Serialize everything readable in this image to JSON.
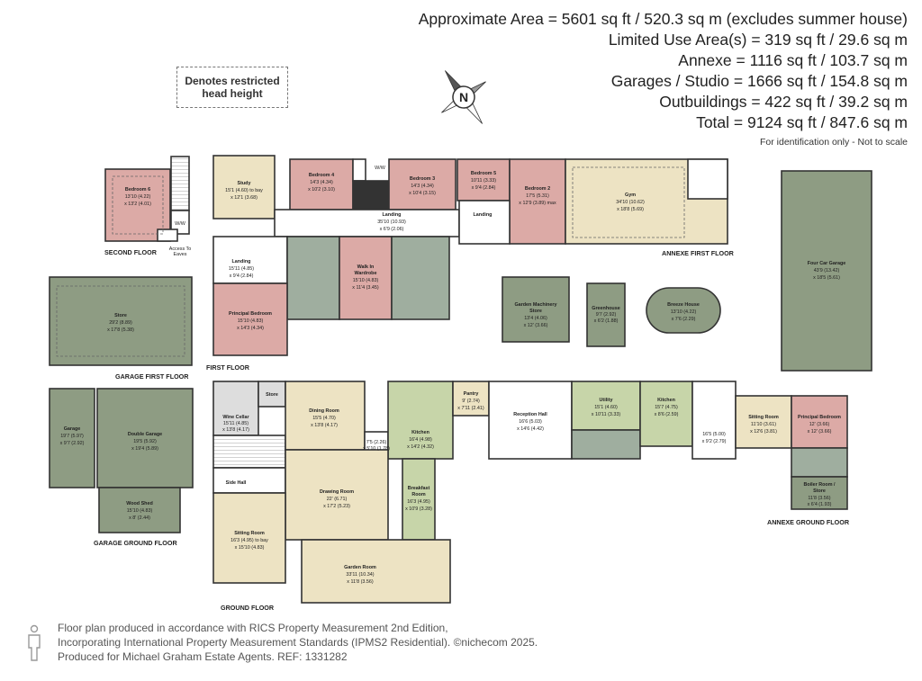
{
  "areas": {
    "lines": [
      "Approximate Area = 5601 sq ft / 520.3 sq m (excludes summer house)",
      "Limited Use Area(s) = 319 sq ft / 29.6 sq m",
      "Annexe = 1116 sq ft / 103.7 sq m",
      "Garages / Studio = 1666 sq ft / 154.8 sq m",
      "Outbuildings = 422 sq ft / 39.2 sq m",
      "Total = 9124 sq ft / 847.6 sq m"
    ],
    "note": "For identification only - Not to scale"
  },
  "legend": {
    "restricted": "Denotes restricted head height"
  },
  "compass": {
    "north": "N"
  },
  "floors": {
    "second": "SECOND FLOOR",
    "first": "FIRST FLOOR",
    "ground": "GROUND FLOOR",
    "annexe_first": "ANNEXE FIRST FLOOR",
    "annexe_ground": "ANNEXE GROUND FLOOR",
    "garage_first": "GARAGE FIRST FLOOR",
    "garage_ground": "GARAGE GROUND FLOOR"
  },
  "rooms": {
    "bedroom6": [
      "Bedroom 6",
      "13'10 (4.22)",
      "x 13'2 (4.01)"
    ],
    "access_eaves": [
      "Access To",
      "Eaves"
    ],
    "study": [
      "Study",
      "15'1 (4.60) to bay",
      "x 12'1 (3.68)"
    ],
    "bedroom4": [
      "Bedroom 4",
      "14'3 (4.34)",
      "x 10'2 (3.10)"
    ],
    "bedroom3": [
      "Bedroom 3",
      "14'3 (4.34)",
      "x 10'4 (3.15)"
    ],
    "bedroom5": [
      "Bedroom 5",
      "10'11 (3.33)",
      "x 9'4 (2.84)"
    ],
    "bedroom2": [
      "Bedroom 2",
      "17'5 (5.31)",
      "x 12'9 (3.89) max"
    ],
    "landing_upper": [
      "Landing",
      "35'10 (10.93)",
      "x 6'9 (2.06)"
    ],
    "landing_right": [
      "Landing"
    ],
    "landing_left": [
      "Landing",
      "15'11 (4.85)",
      "x 9'4 (2.84)"
    ],
    "walk_in": [
      "Walk In",
      "Wardrobe",
      "15'10 (4.83)",
      "x 11'4 (3.45)"
    ],
    "principal_bedroom": [
      "Principal Bedroom",
      "15'10 (4.83)",
      "x 14'3 (4.34)"
    ],
    "wiw": "W/W",
    "gym": [
      "Gym",
      "34'10 (10.62)",
      "x 18'8 (5.69)"
    ],
    "store_gf": [
      "Store",
      "29'2 (8.89)",
      "x 17'8 (5.38)"
    ],
    "garden_machinery": [
      "Garden Machinery",
      "Store",
      "13'4 (4.06)",
      "x 12' (3.66)"
    ],
    "greenhouse": [
      "Greenhouse",
      "9'7 (2.92)",
      "x 6'2 (1.88)"
    ],
    "breeze_house": [
      "Breeze House",
      "13'10 (4.22)",
      "x 7'6 (2.29)"
    ],
    "four_car_garage": [
      "Four Car Garage",
      "43'9 (13.42)",
      "x 18'5 (5.61)"
    ],
    "store_small": [
      "Store"
    ],
    "wine_cellar": [
      "Wine Cellar",
      "15'11 (4.85)",
      "x 13'8 (4.17)"
    ],
    "dining_room": [
      "Dining Room",
      "15'5 (4.70)",
      "x 13'8 (4.17)"
    ],
    "kitchen_main": [
      "Kitchen",
      "16'4 (4.98)",
      "x 14'2 (4.32)"
    ],
    "hall_small": [
      "7'5 (2.26)",
      "x 5'10 (1.78)"
    ],
    "pantry": [
      "Pantry",
      "9' (2.74)",
      "x 7'11 (2.41)"
    ],
    "reception_hall": [
      "Reception Hall",
      "16'6 (5.03)",
      "x 14'6 (4.42)"
    ],
    "utility": [
      "Utility",
      "15'1 (4.60)",
      "x 10'11 (3.33)"
    ],
    "kitchen_annexe": [
      "Kitchen",
      "15'7 (4.75)",
      "x 8'6 (2.59)"
    ],
    "annexe_hall": [
      "16'5 (5.00)",
      "x 9'2 (2.79)"
    ],
    "sitting_annexe": [
      "Sitting Room",
      "11'10 (3.61)",
      "x 12'6 (3.81)"
    ],
    "principal_annexe": [
      "Principal Bedroom",
      "12' (3.66)",
      "x 12' (3.66)"
    ],
    "boiler_room": [
      "Boiler Room /",
      "Store",
      "11'8 (3.56)",
      "x 6'4 (1.93)"
    ],
    "side_hall": [
      "Side Hall"
    ],
    "drawing_room": [
      "Drawing Room",
      "22' (6.71)",
      "x 17'2 (5.23)"
    ],
    "breakfast_room": [
      "Breakfast",
      "Room",
      "16'3 (4.95)",
      "x 10'9 (3.28)"
    ],
    "sitting_room": [
      "Sitting Room",
      "16'3 (4.95) to bay",
      "x 15'10 (4.83)"
    ],
    "garden_room": [
      "Garden Room",
      "33'11 (10.34)",
      "x 11'8 (3.56)"
    ],
    "garage": [
      "Garage",
      "19'7 (5.97)",
      "x 9'7 (2.92)"
    ],
    "double_garage": [
      "Double Garage",
      "19'5 (5.92)",
      "x 19'4 (5.89)"
    ],
    "wood_shed": [
      "Wood Shed",
      "15'10 (4.83)",
      "x 8' (2.44)"
    ]
  },
  "footer": {
    "line1": "Floor plan produced in accordance with RICS Property Measurement 2nd Edition,",
    "line2": "Incorporating International Property Measurement Standards (IPMS2 Residential).",
    "copyright": "©nichecom 2025.",
    "line3": "Produced for Michael Graham Estate Agents.",
    "ref": "REF:  1331282"
  },
  "colors": {
    "bedroom": "#dcaaa6",
    "living": "#ede3c3",
    "bathroom": "#9fae9f",
    "store": "#8e9c83",
    "hall": "#ffffff",
    "kitchen": "#c7d5a9",
    "wall": "#333333"
  }
}
